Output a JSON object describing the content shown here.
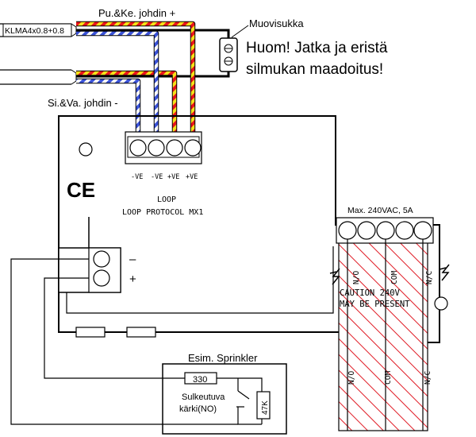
{
  "labels": {
    "cable": "KLMA4x0.8+0.8",
    "positive_wire": "Pu.&Ke. johdin +",
    "negative_wire": "Si.&Va. johdin -",
    "sleeve": "Muovisukka",
    "note_line1": "Huom! Jatka ja eristä",
    "note_line2": "silmukan maadoitus!",
    "terminals": [
      "-VE",
      "-VE",
      "+VE",
      "+VE"
    ],
    "loop_title": "LOOP",
    "loop_protocol": "LOOP  PROTOCOL  MX1",
    "ce_mark": "CE",
    "minus": "–",
    "plus": "+",
    "relay_rating": "Max. 240VAC, 5A",
    "relay_top": [
      "N/O",
      "COM",
      "N/C"
    ],
    "relay_bottom": [
      "N/O",
      "COM",
      "N/C"
    ],
    "caution_line1": "CAUTION  240V",
    "caution_line2": "MAY  BE  PRESENT",
    "sprinkler_title": "Esim. Sprinkler",
    "resistor_330": "330",
    "resistor_47k": "47K",
    "contact_line1": "Sulkeutuva",
    "contact_line2": "kärki(NO)"
  },
  "colors": {
    "red": "#e8141c",
    "yellow": "#f4e21a",
    "blue": "#3a52d6",
    "white": "#ffffff",
    "hatch": "#e01a24"
  }
}
